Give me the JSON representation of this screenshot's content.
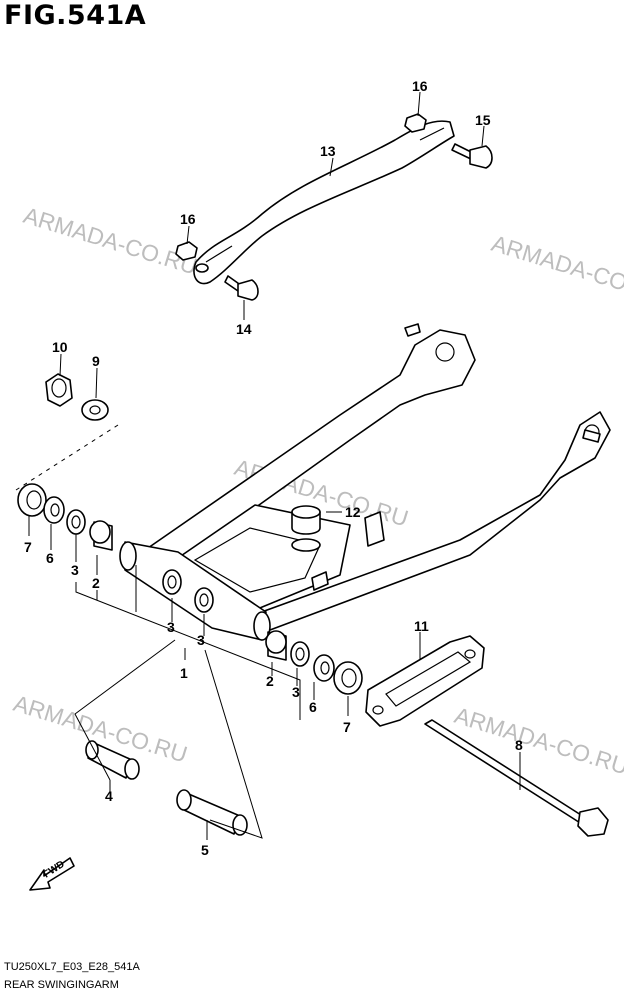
{
  "figure": {
    "title": "FIG.541A",
    "code": "TU250XL7_E03_E28_541A",
    "subtitle": "REAR SWINGINGARM"
  },
  "watermark": "ARMADA-CO.RU",
  "callouts": {
    "c1": "1",
    "c2a": "2",
    "c2b": "2",
    "c3a": "3",
    "c3b": "3",
    "c3c": "3",
    "c3d": "3",
    "c4": "4",
    "c5": "5",
    "c6a": "6",
    "c6b": "6",
    "c7a": "7",
    "c7b": "7",
    "c8": "8",
    "c9": "9",
    "c10": "10",
    "c11": "11",
    "c12": "12",
    "c13": "13",
    "c14": "14",
    "c15": "15",
    "c16a": "16",
    "c16b": "16"
  },
  "fwd_label": "FWD"
}
